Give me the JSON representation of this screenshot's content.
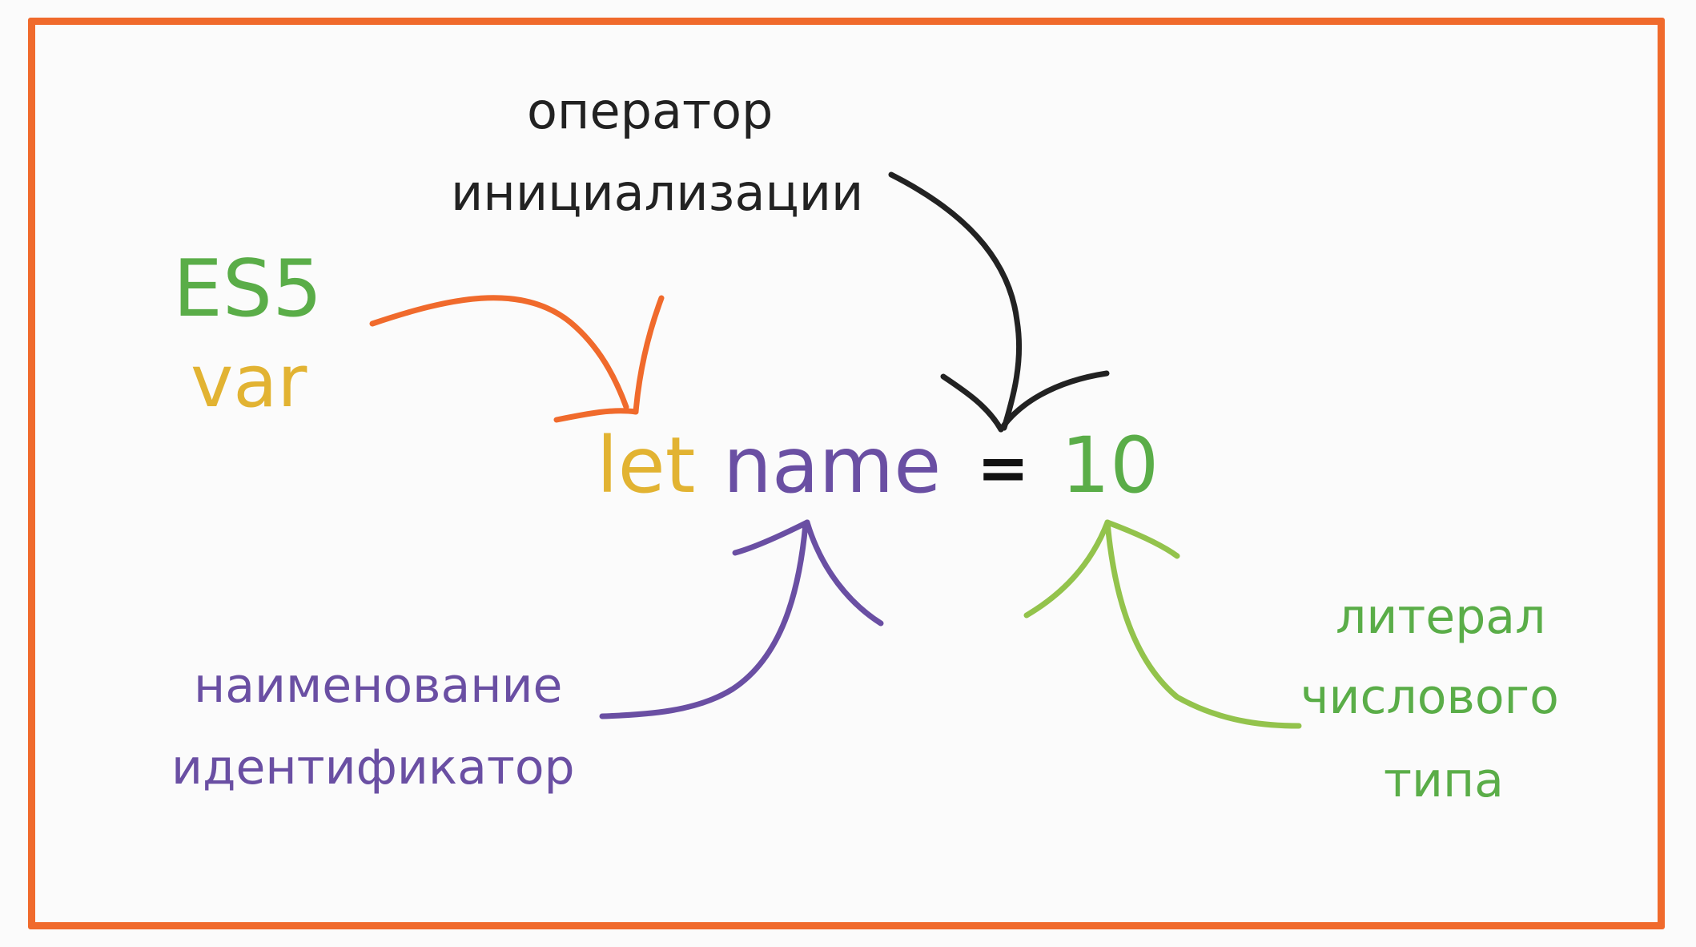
{
  "operator_label": {
    "line1": "оператор",
    "line2": "инициализации"
  },
  "legacy_label": {
    "line1": "ES5",
    "line2": "var"
  },
  "code": {
    "keyword": "let",
    "identifier": "name",
    "operator": "=",
    "literal": "10"
  },
  "identifier_label": {
    "line1": "наименование",
    "line2": "идентификатор"
  },
  "literal_label": {
    "line1": "литерал",
    "line2": "числового",
    "line3": "типа"
  },
  "colors": {
    "frame": "#f06a2c",
    "operator": "#222222",
    "es5": "#5aad48",
    "keyword": "#e2b332",
    "identifier": "#6a4fa3",
    "literal_text": "#5aad48",
    "literal_arrow": "#93c34c"
  },
  "icons": [
    "arrow-to-let-icon",
    "arrow-to-operator-icon",
    "arrow-from-identifier-icon",
    "arrow-from-literal-icon"
  ]
}
